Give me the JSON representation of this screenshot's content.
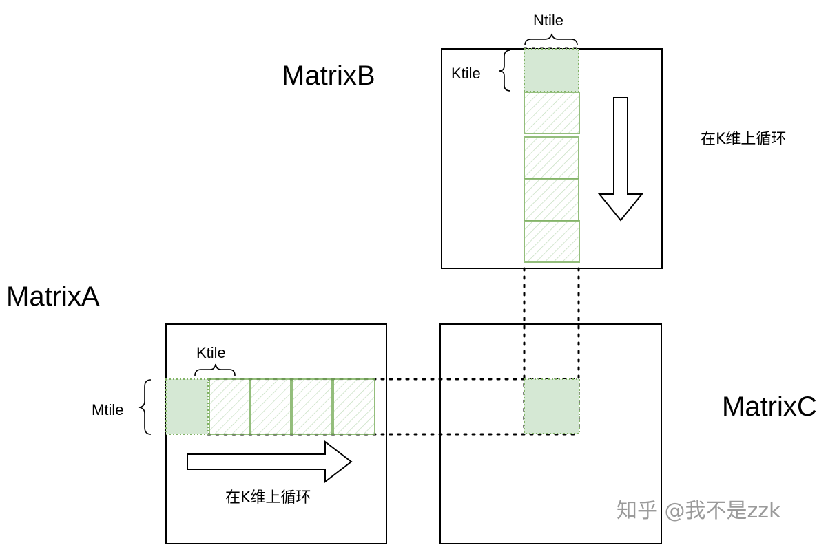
{
  "matrices": {
    "a": {
      "title": "MatrixA"
    },
    "b": {
      "title": "MatrixB"
    },
    "c": {
      "title": "MatrixC"
    }
  },
  "tile_labels": {
    "b_width": "Ntile",
    "b_height": "Ktile",
    "a_width": "Ktile",
    "a_height": "Mtile"
  },
  "loop_labels": {
    "b": "在K维上循环",
    "a": "在K维上循环"
  },
  "watermark": "知乎 @我不是zzk",
  "colors": {
    "tile_fill": "#d5e8d4",
    "tile_stroke": "#82b366",
    "line": "#000000",
    "watermark": "#9a9a9a"
  }
}
